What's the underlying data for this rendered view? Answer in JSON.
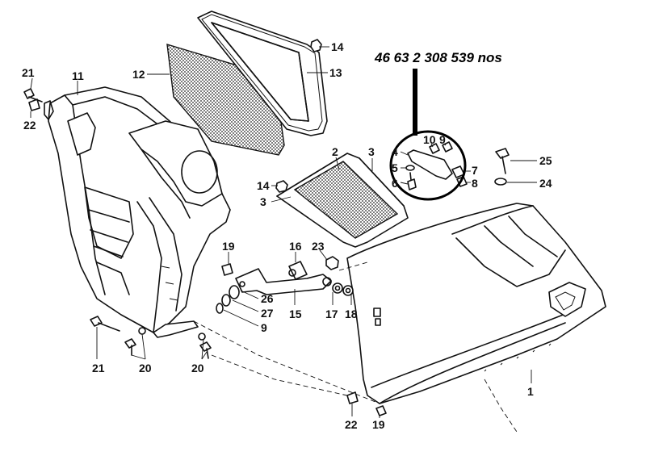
{
  "part_number_note": "46 63 2 308 539 nos",
  "callouts": {
    "c1": "1",
    "c2": "2",
    "c3a": "3",
    "c3b": "3",
    "c4": "4",
    "c5": "5",
    "c6": "6",
    "c7": "7",
    "c8": "8",
    "c9a": "9",
    "c9b": "9",
    "c10": "10",
    "c11": "11",
    "c12": "12",
    "c13": "13",
    "c14a": "14",
    "c14b": "14",
    "c15": "15",
    "c16": "16",
    "c17": "17",
    "c18": "18",
    "c19a": "19",
    "c19b": "19",
    "c20a": "20",
    "c20b": "20",
    "c21a": "21",
    "c21b": "21",
    "c22a": "22",
    "c22b": "22",
    "c23": "23",
    "c24": "24",
    "c25": "25",
    "c26": "26",
    "c27": "27"
  }
}
